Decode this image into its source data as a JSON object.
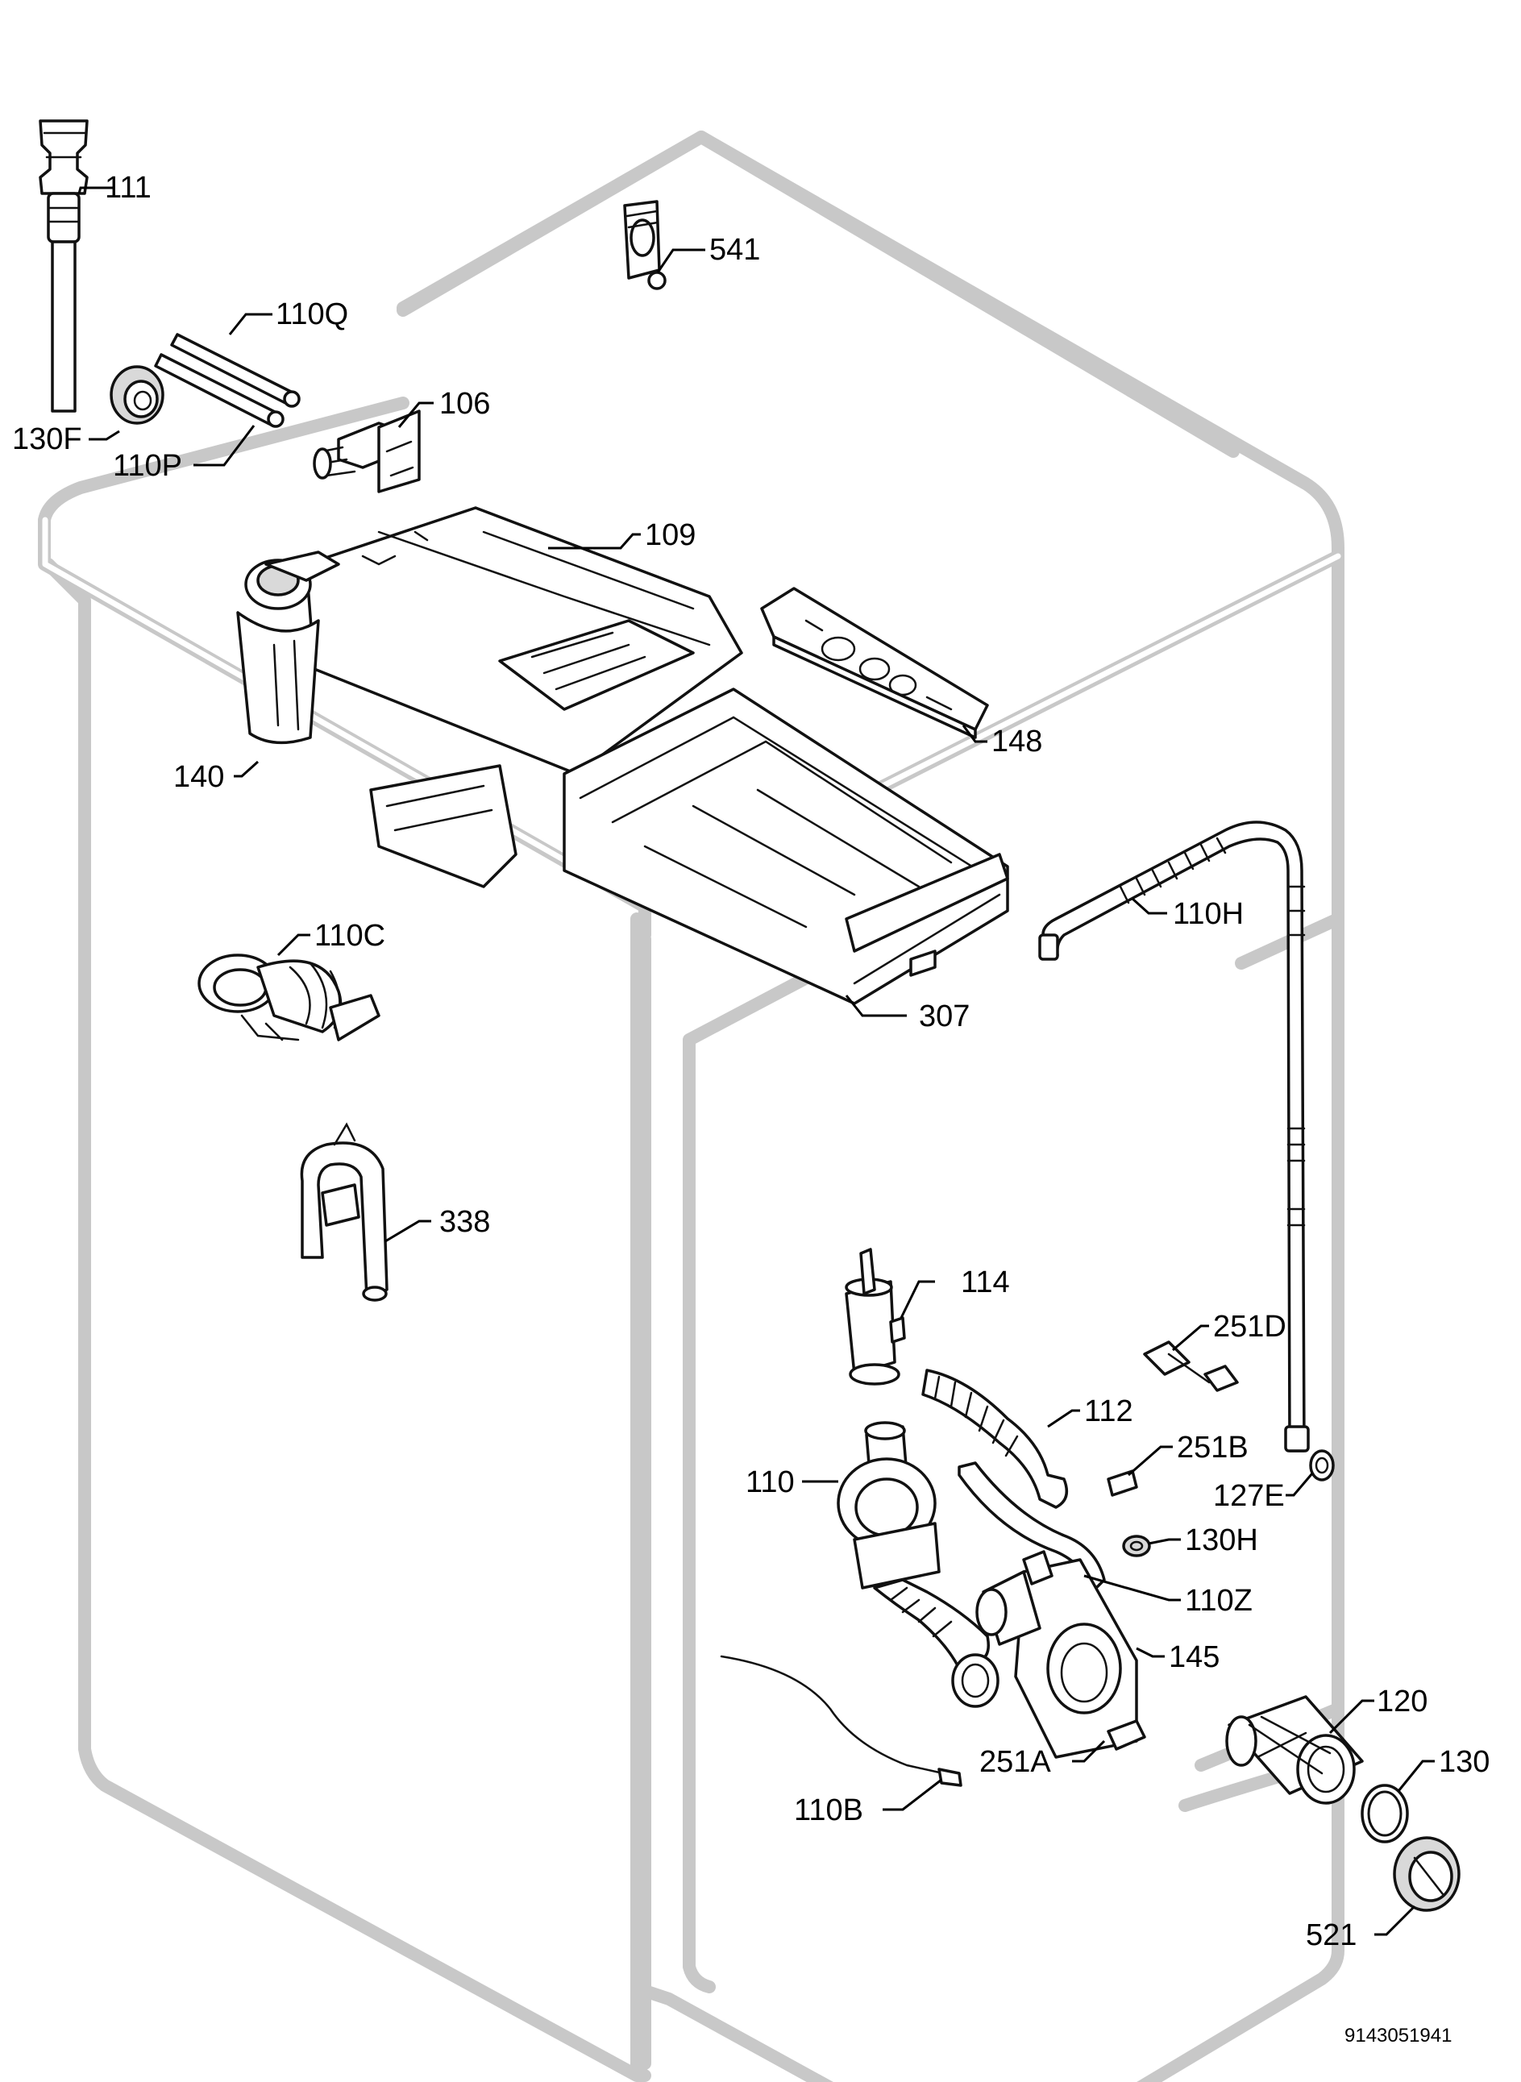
{
  "labels": {
    "l111": "111",
    "l541": "541",
    "l110Q": "110Q",
    "l106": "106",
    "l130F": "130F",
    "l110P": "110P",
    "l109": "109",
    "l148": "148",
    "l140": "140",
    "l110H": "110H",
    "l110C": "110C",
    "l307": "307",
    "l338": "338",
    "l114": "114",
    "l251D": "251D",
    "l112": "112",
    "l251B": "251B",
    "l110": "110",
    "l127E": "127E",
    "l130H": "130H",
    "l110Z": "110Z",
    "l145": "145",
    "l120": "120",
    "l251A": "251A",
    "l130": "130",
    "l110B": "110B",
    "l521": "521"
  },
  "drawing_code": "9143051941",
  "colors": {
    "cabinet_outline": "#c8c8c8",
    "line": "#111111",
    "background": "#ffffff"
  }
}
